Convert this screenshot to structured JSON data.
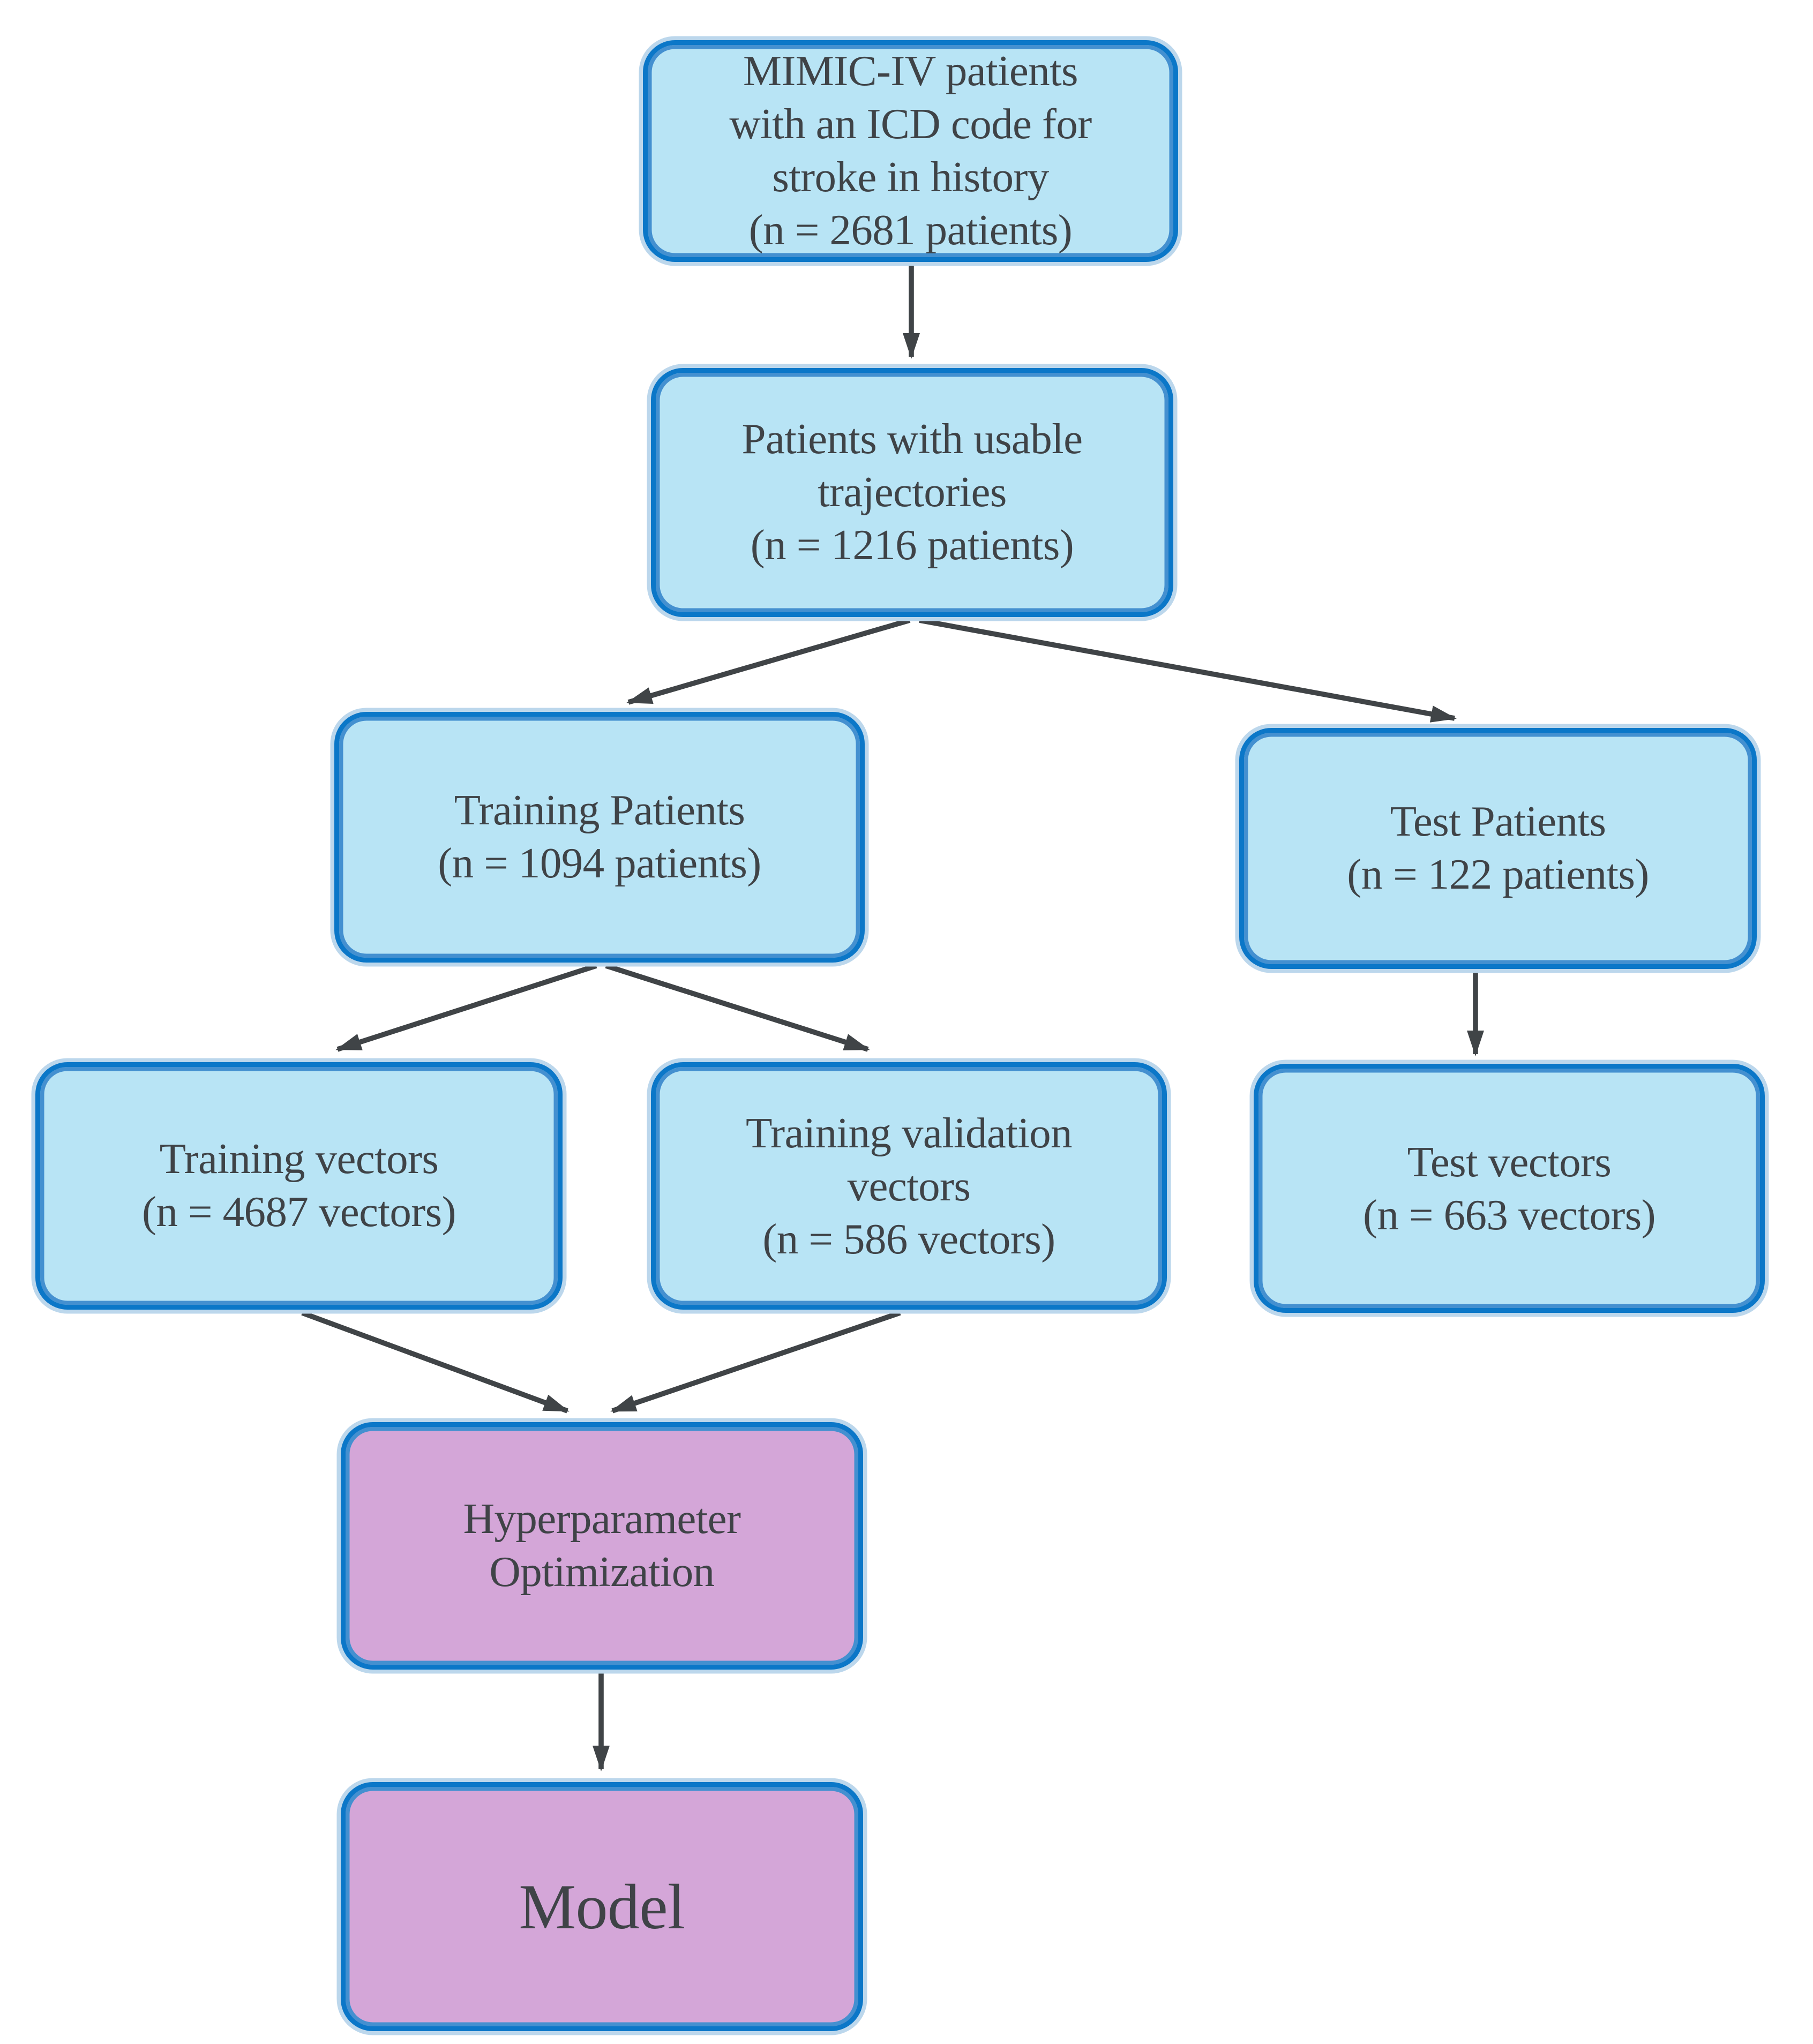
{
  "figure": {
    "type": "flowchart",
    "background": "#ffffff"
  },
  "colors": {
    "box-fill-blue": "#b8e4f5",
    "box-fill-purple": "#d4a6d8",
    "box-border": "#0b77c8",
    "box-inner": "#4490d0",
    "box-halo": "#bcd7ec",
    "arrow": "#404447",
    "text": "#3f4347"
  },
  "nodes": {
    "mimic": {
      "lines": [
        "MIMIC-IV patients",
        "with an ICD code for",
        "stroke in history",
        "(n = 2681 patients)"
      ],
      "count": 2681,
      "color": "blue"
    },
    "usable": {
      "lines": [
        "Patients with usable",
        "trajectories",
        "(n = 1216 patients)"
      ],
      "count": 1216,
      "color": "blue"
    },
    "train_patients": {
      "lines": [
        "Training Patients",
        "(n = 1094 patients)"
      ],
      "count": 1094,
      "color": "blue"
    },
    "test_patients": {
      "lines": [
        "Test Patients",
        "(n = 122 patients)"
      ],
      "count": 122,
      "color": "blue"
    },
    "train_vectors": {
      "lines": [
        "Training vectors",
        "(n = 4687 vectors)"
      ],
      "count": 4687,
      "color": "blue"
    },
    "train_val_vectors": {
      "lines": [
        "Training validation",
        "vectors",
        "(n = 586 vectors)"
      ],
      "count": 586,
      "color": "blue"
    },
    "test_vectors": {
      "lines": [
        "Test vectors",
        "(n = 663 vectors)"
      ],
      "count": 663,
      "color": "blue"
    },
    "hyperopt": {
      "lines": [
        "Hyperparameter",
        "Optimization"
      ],
      "color": "purple"
    },
    "model": {
      "lines": [
        "Model"
      ],
      "color": "purple"
    }
  },
  "edges": [
    {
      "from": "mimic",
      "to": "usable"
    },
    {
      "from": "usable",
      "to": "train_patients"
    },
    {
      "from": "usable",
      "to": "test_patients"
    },
    {
      "from": "train_patients",
      "to": "train_vectors"
    },
    {
      "from": "train_patients",
      "to": "train_val_vectors"
    },
    {
      "from": "test_patients",
      "to": "test_vectors"
    },
    {
      "from": "train_vectors",
      "to": "hyperopt"
    },
    {
      "from": "train_val_vectors",
      "to": "hyperopt"
    },
    {
      "from": "hyperopt",
      "to": "model"
    }
  ]
}
